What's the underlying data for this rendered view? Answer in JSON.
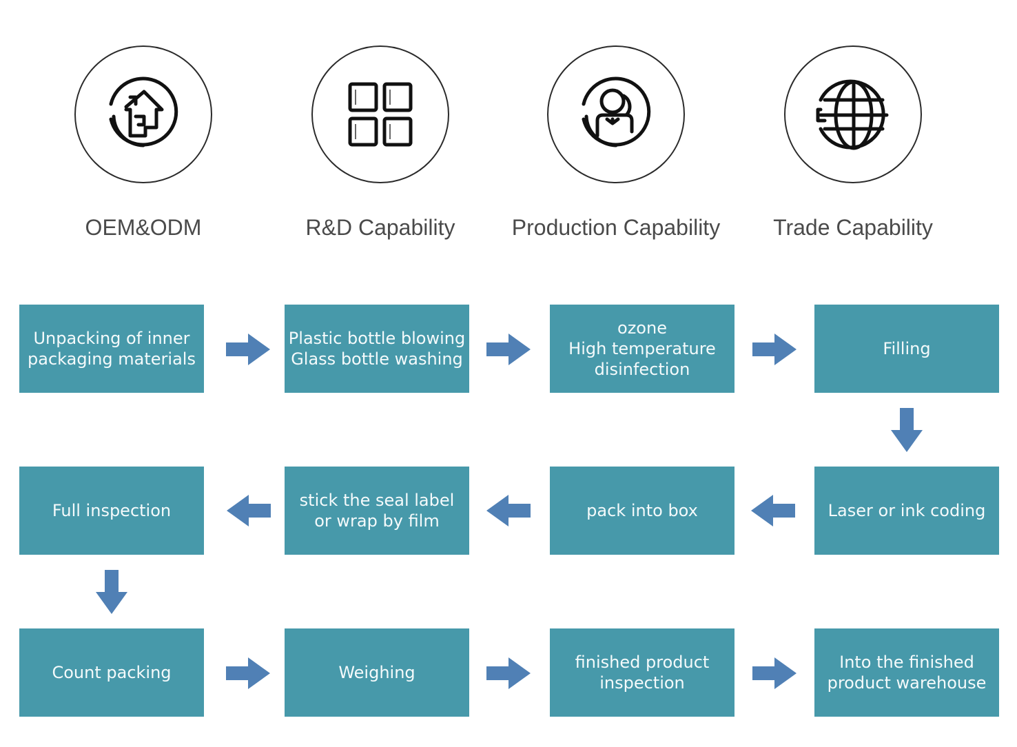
{
  "capabilities": [
    {
      "label": "OEM&ODM",
      "icon": "house-cycle-icon"
    },
    {
      "label": "R&D Capability",
      "icon": "grid-squares-icon"
    },
    {
      "label": "Production Capability",
      "icon": "worker-cycle-icon"
    },
    {
      "label": "Trade Capability",
      "icon": "globe-icon"
    }
  ],
  "process": {
    "colors": {
      "box": "#4799AA",
      "arrow": "#5080B5",
      "text": "#F4FAFB"
    },
    "steps": [
      {
        "label": "Unpacking of inner\npackaging materials"
      },
      {
        "label": "Plastic bottle blowing\nGlass bottle washing"
      },
      {
        "label": "ozone\nHigh temperature\ndisinfection"
      },
      {
        "label": "Filling"
      },
      {
        "label": "Laser or ink coding"
      },
      {
        "label": "pack into box"
      },
      {
        "label": "stick the seal label\nor wrap by film"
      },
      {
        "label": "Full inspection"
      },
      {
        "label": "Count packing"
      },
      {
        "label": "Weighing"
      },
      {
        "label": "finished product\ninspection"
      },
      {
        "label": "Into the finished\nproduct warehouse"
      }
    ],
    "arrows": [
      "right",
      "right",
      "right",
      "down",
      "left",
      "left",
      "left",
      "down",
      "right",
      "right",
      "right"
    ]
  }
}
